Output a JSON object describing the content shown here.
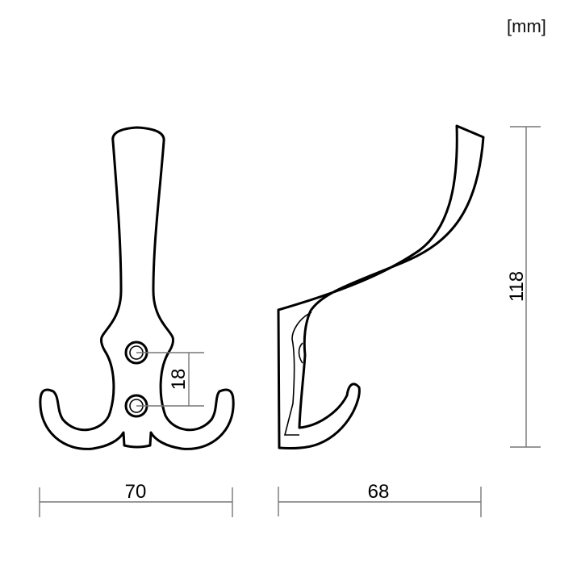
{
  "units": "[mm]",
  "views": {
    "front": {
      "name": "front-view"
    },
    "side": {
      "name": "side-view"
    }
  },
  "dimensions": {
    "width": "70",
    "depth": "68",
    "height": "118",
    "hole_spacing": "18"
  },
  "colors": {
    "outline": "#000000",
    "dimension_line": "#777777",
    "background": "#ffffff"
  }
}
